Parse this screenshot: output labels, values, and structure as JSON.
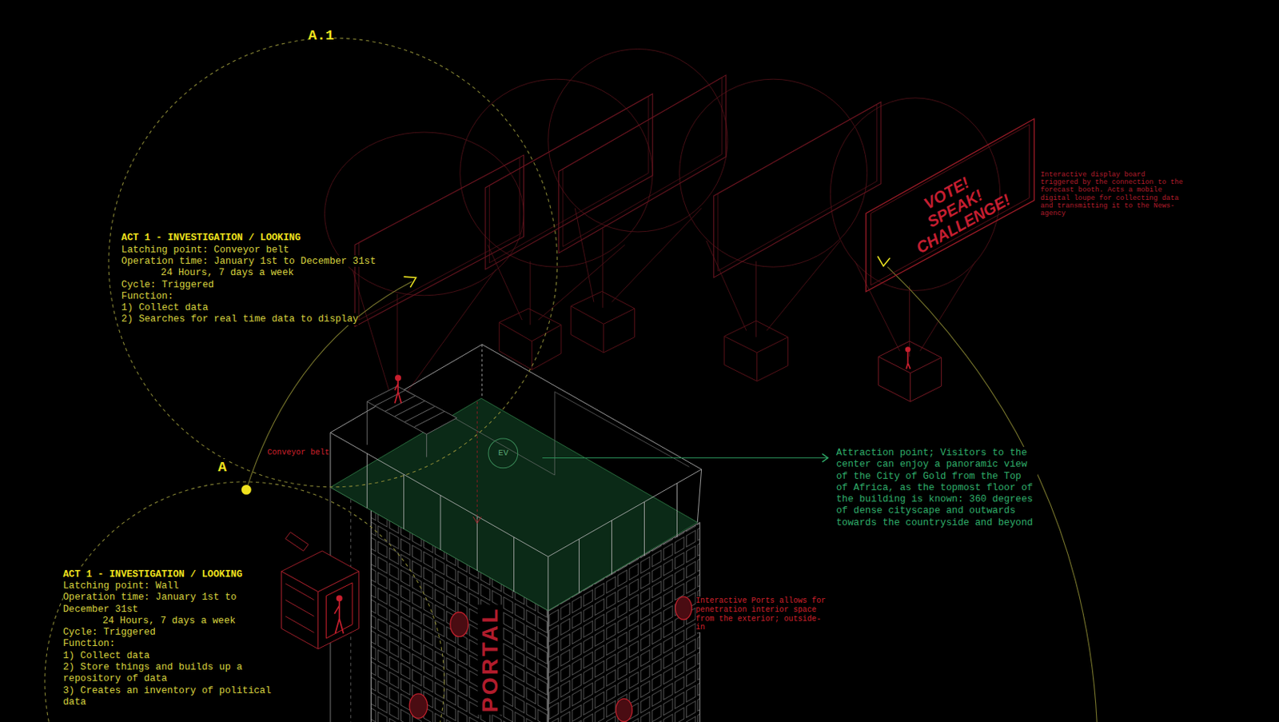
{
  "diagram": {
    "nodes": [
      {
        "text": [
          "A.1",
          "ACT 1 - INVESTIGATION / LOOKING",
          "Latching point: Conveyor belt",
          "Operation time: January 1st to December 31st",
          "24 Hours, 7 days a week",
          "Cycle: Triggered",
          "Function:",
          "1) Collect data",
          "2) Searches for real time data to display"
        ]
      },
      {
        "text": [
          "A",
          "ACT 1 - INVESTIGATION / LOOKING",
          "Latching point: Wall",
          "Operation time: January 1st to December 31st",
          "24 Hours, 7 days a week",
          "Cycle: Triggered",
          "Function:",
          "1) Collect data",
          "2) Store things and builds up a repository of data",
          "3) Creates an inventory of political data"
        ]
      },
      {
        "text": [
          "EV"
        ]
      },
      {
        "text": [
          "VOTE! SPEAK! CHALLENGE!"
        ]
      }
    ],
    "labels": [
      "Interactive display board triggered by the connection to the forecast booth. Acts a mobile digital loupe for collecting data and transmitting it to the News-agency",
      "Conveyor belt",
      "Attraction point; Visitors to the center can enjoy a panoramic view of the City of Gold from the Top of Africa, as the topmost floor of the building is known: 360 degrees of dense cityscape and outwards towards the countryside and beyond",
      "Interactive Ports allows for penetration interior space from the exterior; outside-in",
      "PORTAL"
    ]
  }
}
